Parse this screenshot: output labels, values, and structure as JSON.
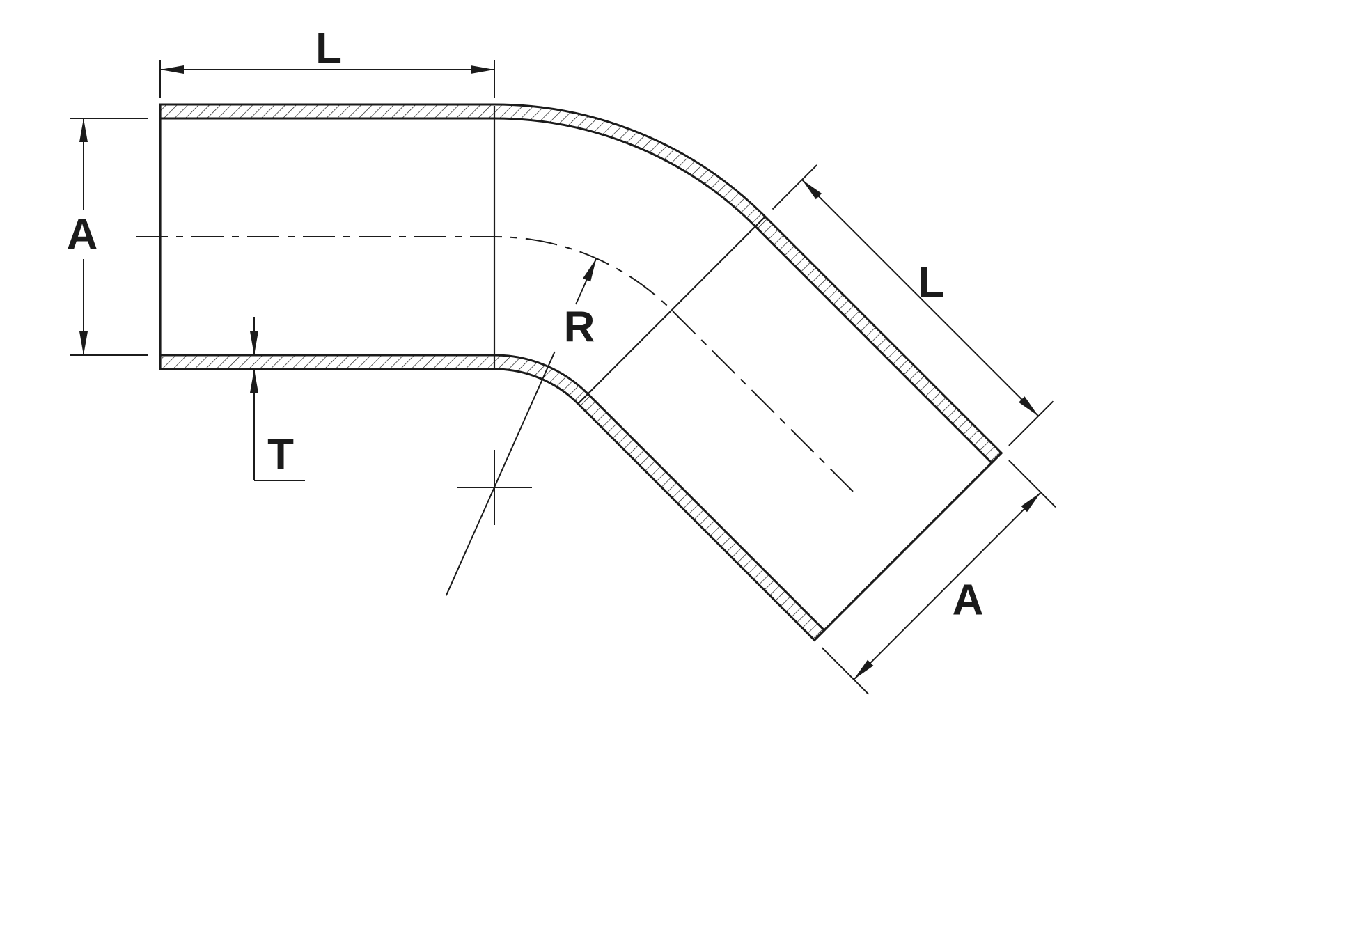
{
  "drawing": {
    "background_color": "#ffffff",
    "line_color": "#1b1b1b",
    "type": "45-degree elbow hose coupler technical drawing"
  },
  "labels": {
    "leg1_length": "L",
    "leg1_diameter": "A",
    "wall_thickness": "T",
    "bend_radius": "R",
    "leg2_length": "L",
    "leg2_diameter": "A"
  }
}
